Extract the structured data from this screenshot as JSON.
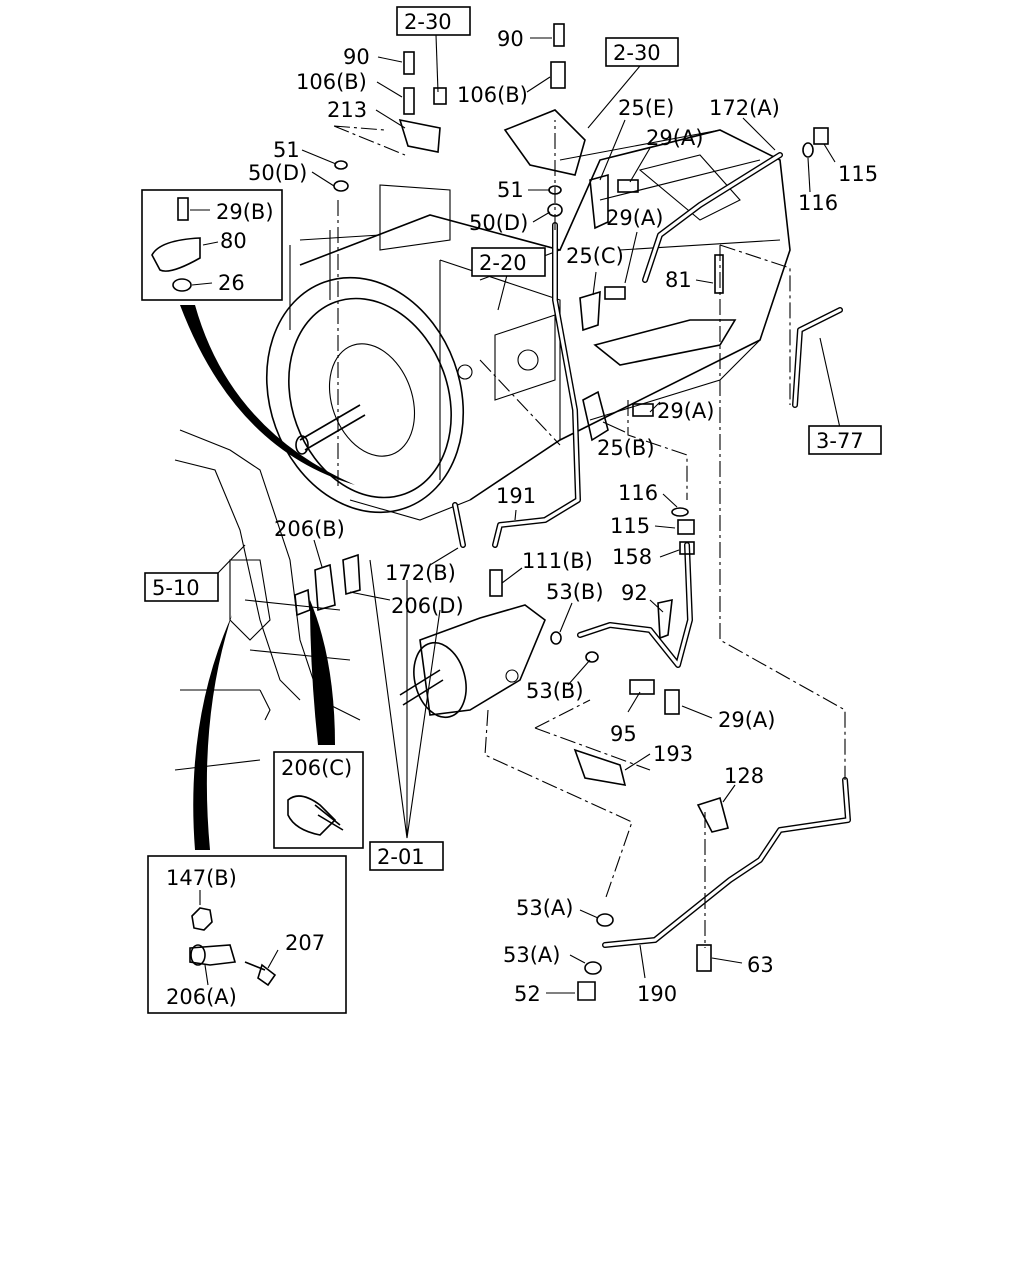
{
  "refs": {
    "r1": "2-30",
    "r2": "2-30",
    "r3": "2-20",
    "r4": "3-77",
    "r5": "5-10",
    "r6": "2-01"
  },
  "labels": {
    "l90a": "90",
    "l106a": "106(B)",
    "l213": "213",
    "l51a": "51",
    "l50a": "50(D)",
    "l90b": "90",
    "l106b": "106(B)",
    "l25e": "25(E)",
    "l172a": "172(A)",
    "l29a1": "29(A)",
    "l115a": "115",
    "l116a": "116",
    "l51b": "51",
    "l50b": "50(D)",
    "l29a2": "29(A)",
    "l25c": "25(C)",
    "l81": "81",
    "l29a3": "29(A)",
    "l25b": "25(B)",
    "l191": "191",
    "l116b": "116",
    "l115b": "115",
    "l158": "158",
    "l206b": "206(B)",
    "l172b": "172(B)",
    "l111b": "111(B)",
    "l53b1": "53(B)",
    "l92": "92",
    "l206d": "206(D)",
    "l53b2": "53(B)",
    "l29a4": "29(A)",
    "l95": "95",
    "l193": "193",
    "l128": "128",
    "l53a1": "53(A)",
    "l53a2": "53(A)",
    "l63": "63",
    "l52": "52",
    "l190": "190"
  },
  "inset1": {
    "a": "29(B)",
    "b": "80",
    "c": "26"
  },
  "inset2": {
    "a": "206(C)"
  },
  "inset3": {
    "a": "147(B)",
    "b": "207",
    "c": "206(A)"
  }
}
